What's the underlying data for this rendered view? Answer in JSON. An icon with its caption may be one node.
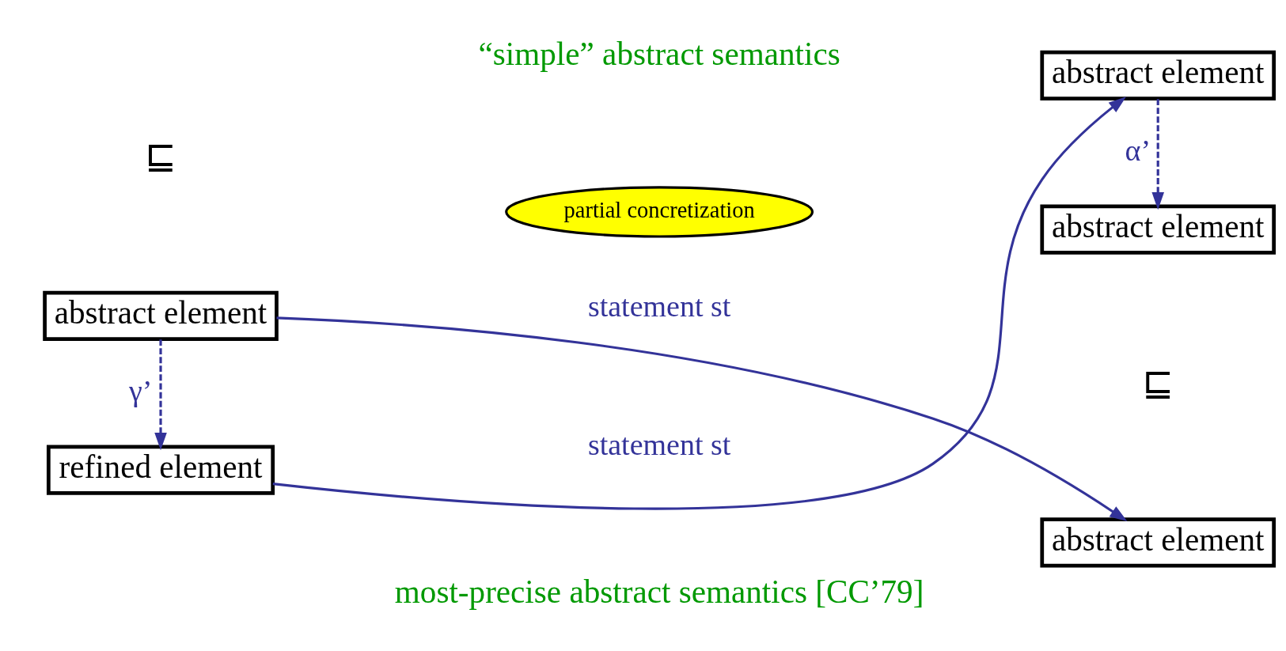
{
  "diagram": {
    "nodes": [
      {
        "text": [
          "refined element"
        ]
      },
      {
        "text": [
          "abstract element"
        ]
      },
      {
        "text": [
          "abstract element"
        ]
      },
      {
        "text": [
          "abstract element"
        ]
      },
      {
        "text": [
          "abstract element"
        ]
      },
      {
        "text": [
          "partial concretization"
        ]
      }
    ],
    "edges": [
      {
        "from": 0,
        "to": 1,
        "arrow": "to",
        "label": "statement st"
      },
      {
        "from": 3,
        "to": 0,
        "arrow": "to",
        "style": "dashed",
        "label": "γ’"
      },
      {
        "from": 1,
        "to": 2,
        "arrow": "to",
        "style": "dashed",
        "label": "α’"
      },
      {
        "from": 3,
        "to": 4,
        "arrow": "to",
        "label": "statement st"
      }
    ],
    "labels": [
      "“simple” abstract semantics",
      "⊑",
      "most-precise abstract semantics [CC’79]",
      "⊑"
    ]
  }
}
